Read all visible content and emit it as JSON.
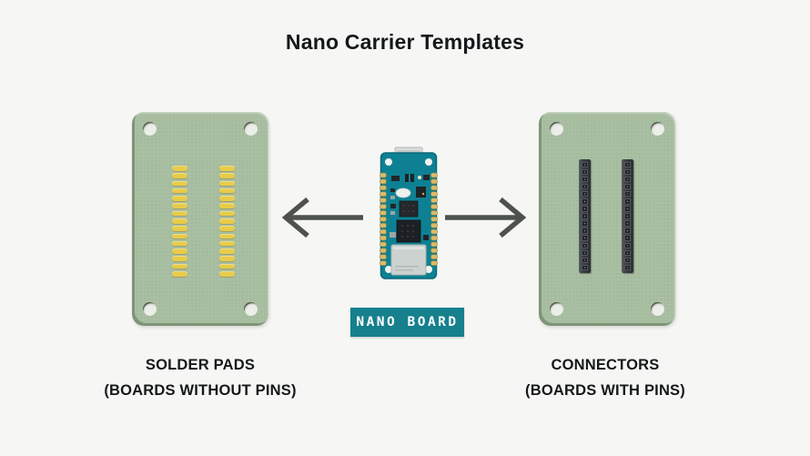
{
  "title": "Nano Carrier Templates",
  "colors": {
    "background": "#F6F7F4",
    "board_green": "#A9BFA2",
    "pad_yellow": "#E8CB49",
    "connector_dark": "#3A3E42",
    "arrow_gray": "#4D524E",
    "badge_teal": "#17808D",
    "nano_teal": "#0D8193",
    "text_dark": "#15181B"
  },
  "left_board": {
    "label_line1": "SOLDER PADS",
    "label_line2": "(BOARDS WITHOUT PINS)",
    "pad_columns": 2,
    "pads_per_column": 15
  },
  "right_board": {
    "label_line1": "CONNECTORS",
    "label_line2": "(BOARDS WITH PINS)",
    "connector_columns": 2,
    "sockets_per_connector": 15
  },
  "nano": {
    "badge_label": "NANO BOARD",
    "pins_per_side": 15
  },
  "icons": {
    "arrow_left": "left-arrow",
    "arrow_right": "right-arrow",
    "screw": "corner-screw"
  }
}
